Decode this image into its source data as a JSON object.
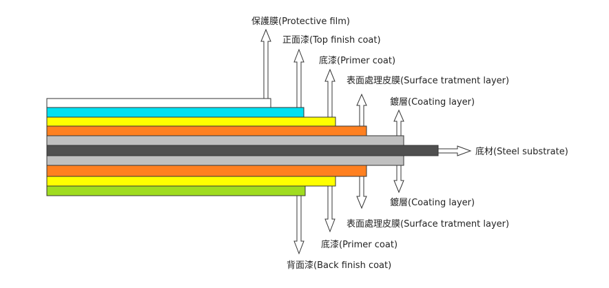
{
  "colors": {
    "film": "#ffffff",
    "top_finish": "#00e0f0",
    "primer": "#ffff00",
    "surface_treatment": "#ff8020",
    "coating": "#c0c0c0",
    "steel": "#505050",
    "back_finish": "#a0dc20",
    "outline": "#333333"
  },
  "labels": {
    "protective_film": "保護膜(Protective film)",
    "top_finish_coat": "正面漆(Top finish coat)",
    "primer_top": "底漆(Primer coat)",
    "surface_top": "表面處理皮膜(Surface tratment layer)",
    "coating_top": "鍍層(Coating layer)",
    "steel_substrate": "底材(Steel substrate)",
    "coating_bottom": "鍍層(Coating layer)",
    "surface_bottom": "表面處理皮膜(Surface tratment layer)",
    "primer_bottom": "底漆(Primer coat)",
    "back_finish_coat": "背面漆(Back finish coat)"
  }
}
